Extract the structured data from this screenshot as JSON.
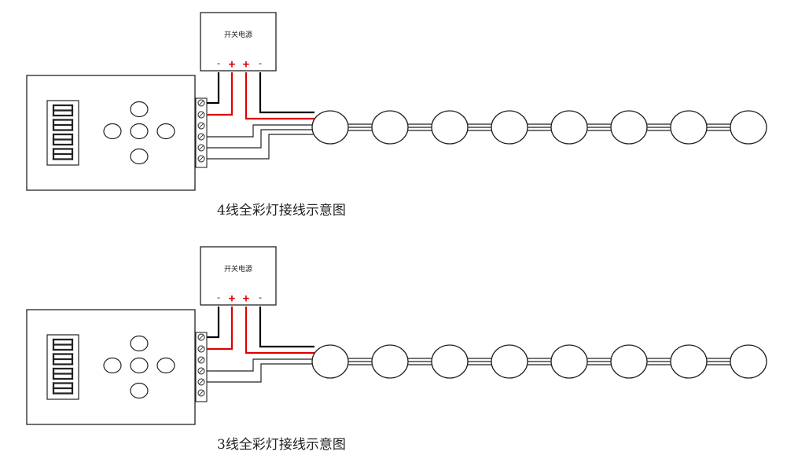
{
  "diagrams": [
    {
      "caption": "4线全彩灯接线示意图",
      "power_supply": {
        "label": "开关电源",
        "terminals": [
          "-",
          "+",
          "+",
          "-"
        ]
      },
      "controller": {
        "digits": "8888"
      },
      "data_wire_count": 3,
      "led_count": 8
    },
    {
      "caption": "3线全彩灯接线示意图",
      "power_supply": {
        "label": "开关电源",
        "terminals": [
          "-",
          "+",
          "+",
          "-"
        ]
      },
      "controller": {
        "digits": "8888"
      },
      "data_wire_count": 2,
      "led_count": 8
    }
  ],
  "colors": {
    "positive_wire": "#e00000",
    "negative_wire": "#000000",
    "outline": "#222222"
  }
}
